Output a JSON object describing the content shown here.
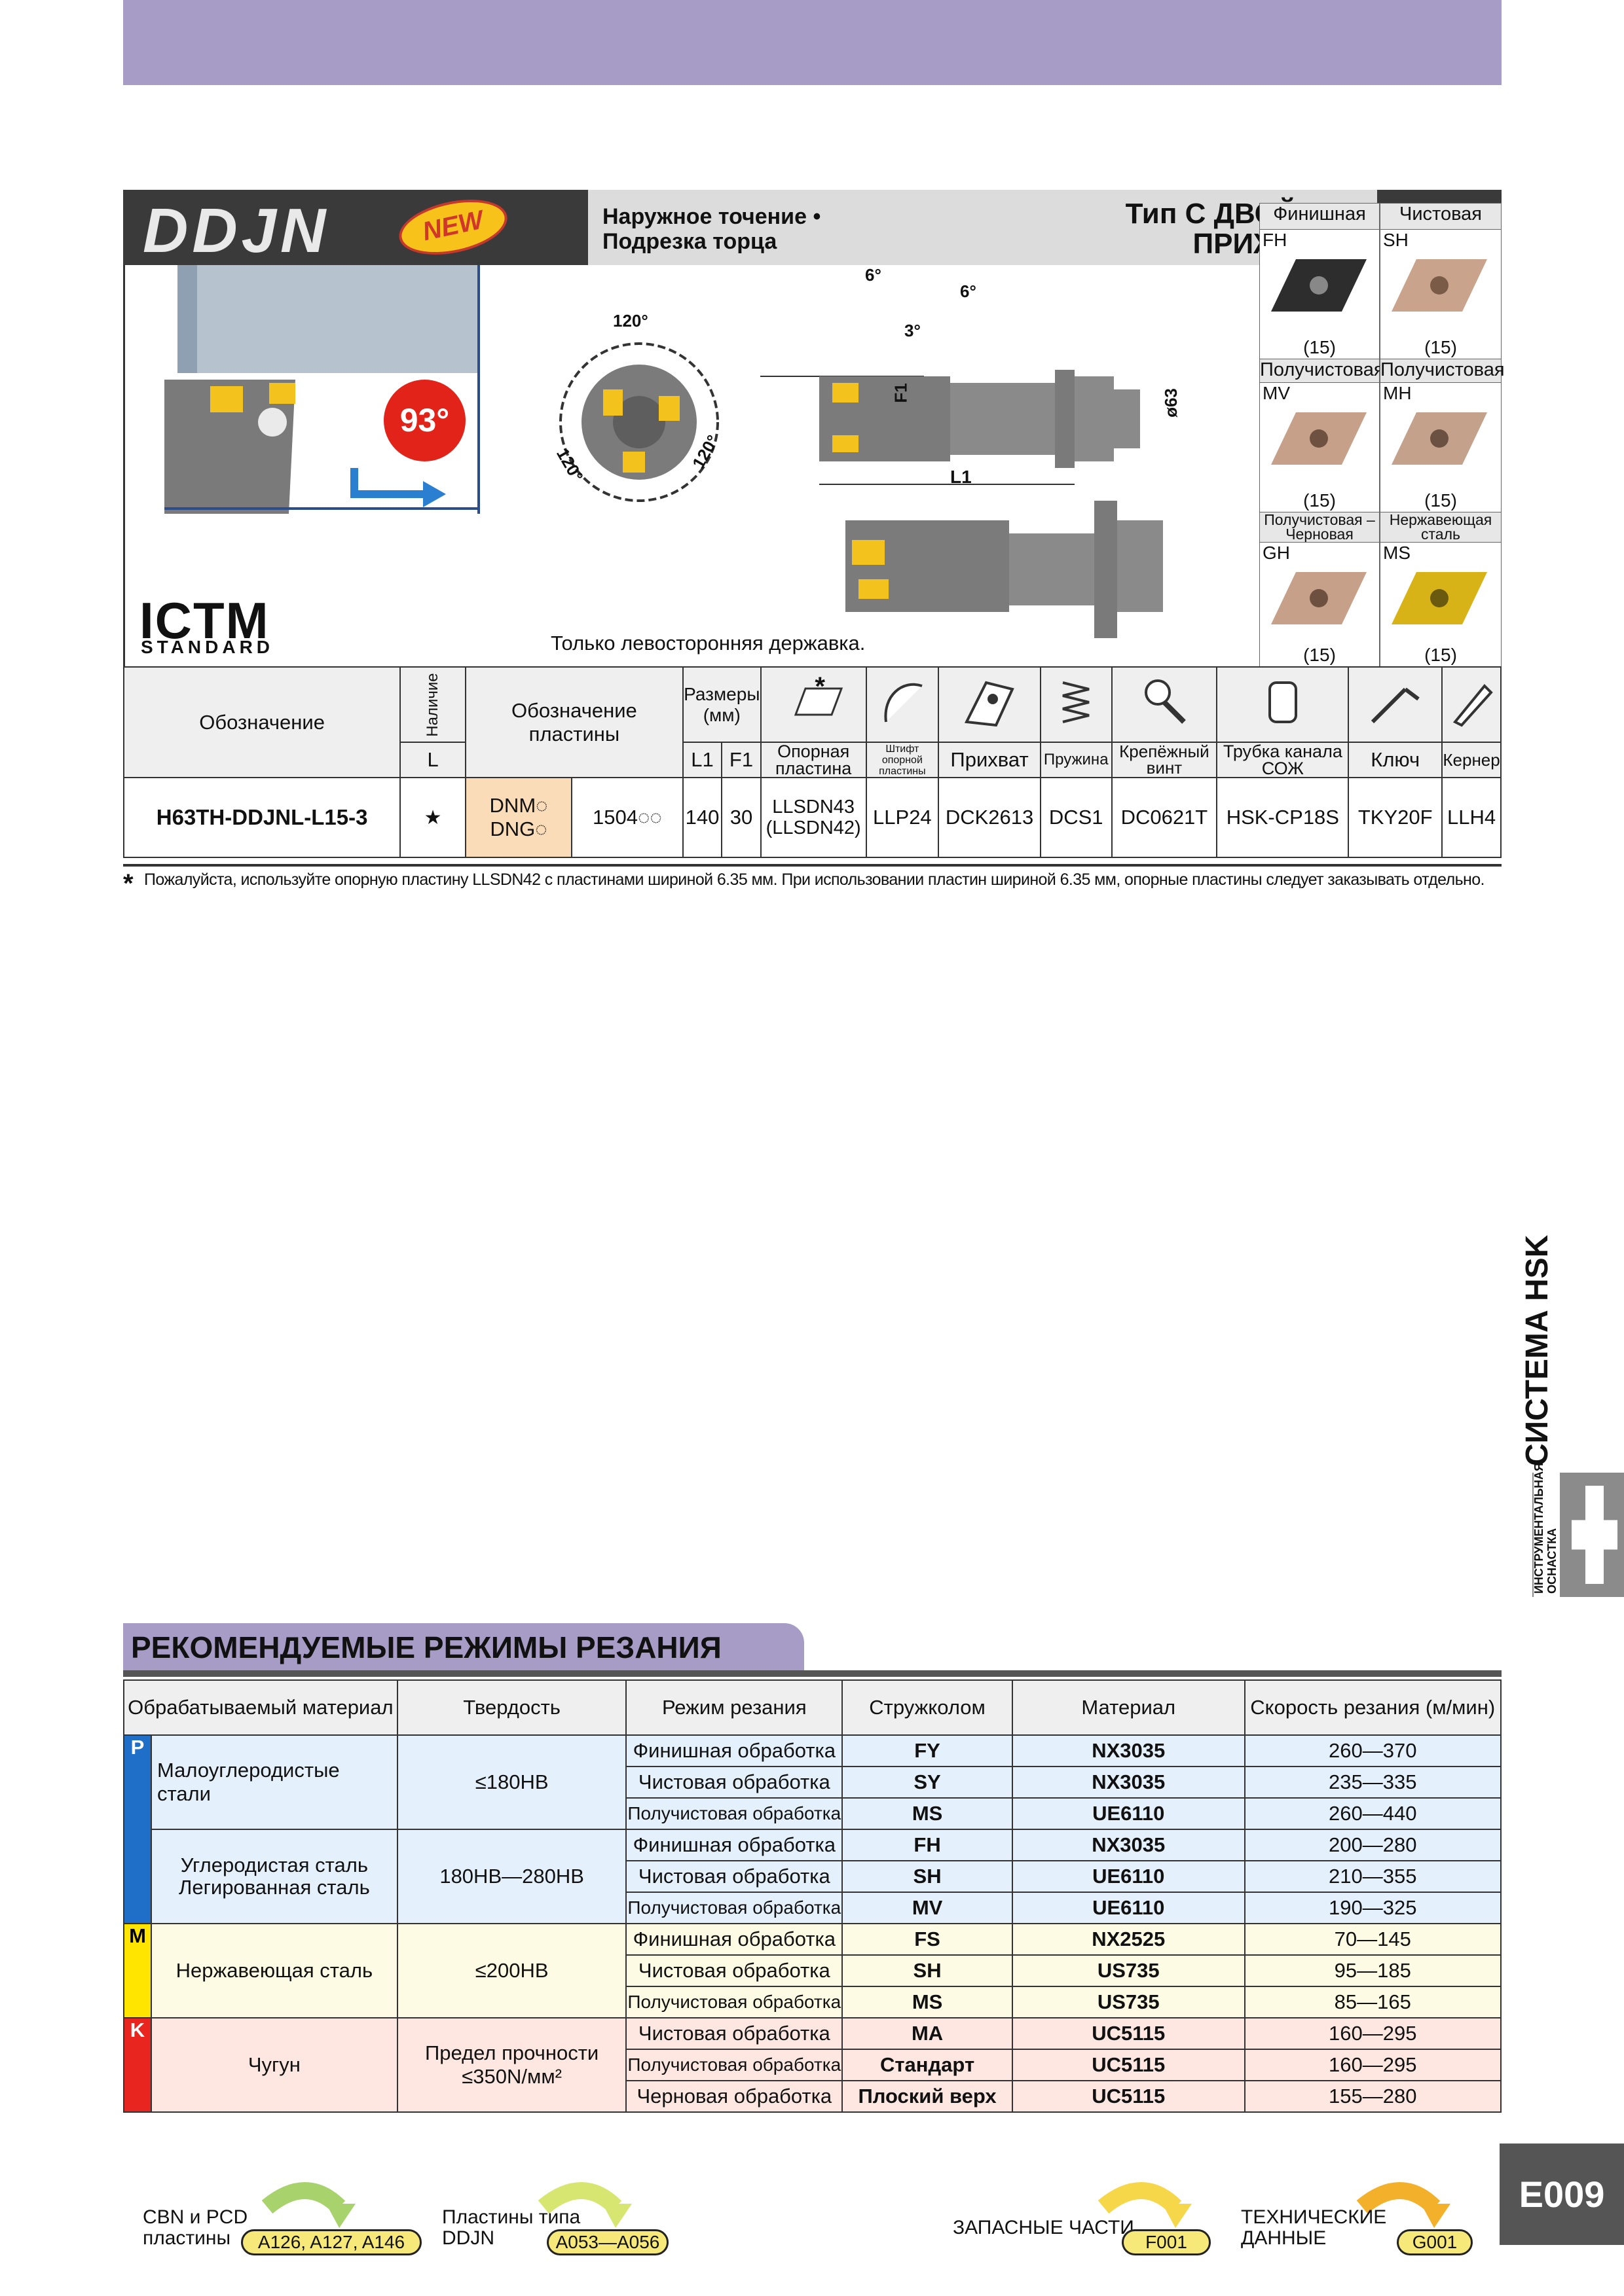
{
  "header": {
    "series": "DDJN",
    "new_badge": "NEW",
    "subtitle_line1": "Наружное точение •",
    "subtitle_line2": "Подрезка торца",
    "type_line1": "Тип С ДВОЙНЫМ",
    "type_line2": "ПРИЖИМОМ"
  },
  "inserts": [
    {
      "category": "Финишная",
      "code": "FH",
      "qty": "(15)"
    },
    {
      "category": "Чистовая",
      "code": "SH",
      "qty": "(15)"
    },
    {
      "category": "Получистовая",
      "code": "MV",
      "qty": "(15)"
    },
    {
      "category": "Получистовая",
      "code": "MH",
      "qty": "(15)"
    },
    {
      "category": "Получистовая –Черновая",
      "code": "GH",
      "qty": "(15)"
    },
    {
      "category": "Нержавеющая сталь",
      "code": "MS",
      "qty": "(15)"
    }
  ],
  "drawing": {
    "angle": "93°",
    "angle_120_top": "120°",
    "angle_120_left": "120°",
    "angle_120_right": "120°",
    "angle_6a": "6°",
    "angle_6b": "6°",
    "angle_3": "3°",
    "dim_f1": "F1",
    "dim_l1": "L1",
    "dim_d": "ø63",
    "ictm_logo": "ICTM",
    "ictm_sub": "STANDARD",
    "note": "Только левосторонняя державка."
  },
  "spec_table": {
    "headers": {
      "designation": "Обозначение",
      "stock": "Наличие",
      "stock_l": "L",
      "insert_designation": "Обозначение пластины",
      "dims": "Размеры (мм)",
      "l1": "L1",
      "f1": "F1",
      "seat": "Опорная пластина",
      "pin": "Штифт опорной пластины",
      "clamp": "Прихват",
      "spring": "Пружина",
      "screw": "Крепёжный винт",
      "coolant": "Трубка канала СОЖ",
      "key": "Ключ",
      "punch": "Кернер",
      "star": "*"
    },
    "row": {
      "designation": "H63TH-DDJNL-L15-3",
      "stock": "★",
      "insert1": "DNM◌",
      "insert2": "DNG◌",
      "insert_size": "1504◌◌",
      "l1": "140",
      "f1": "30",
      "seat1": "LLSDN43",
      "seat2": "(LLSDN42)",
      "pin": "LLP24",
      "clamp": "DCK2613",
      "spring": "DCS1",
      "screw": "DC0621T",
      "coolant": "HSK-CP18S",
      "key": "TKY20F",
      "punch": "LLH4"
    },
    "footnote_star": "*",
    "footnote": "Пожалуйста, используйте опорную пластину LLSDN42 с пластинами шириной 6.35 мм. При использовании пластин шириной 6.35 мм, опорные пластины следует заказывать отдельно."
  },
  "side": {
    "label": "СИСТЕМА HSK",
    "icon_text": "ИНСТРУМЕНТАЛЬНАЯ ОСНАСТКА"
  },
  "cutting": {
    "title": "РЕКОМЕНДУЕМЫЕ РЕЖИМЫ РЕЗАНИЯ",
    "headers": [
      "Обрабатываемый материал",
      "Твердость",
      "Режим резания",
      "Стружколом",
      "Материал",
      "Скорость резания (м/мин)"
    ],
    "groups": [
      {
        "tag": "P",
        "materials": [
          {
            "name": "Малоуглеродистые стали",
            "hardness": "≤180HB",
            "rows": [
              [
                "Финишная обработка",
                "FY",
                "NX3035",
                "260—370"
              ],
              [
                "Чистовая обработка",
                "SY",
                "NX3035",
                "235—335"
              ],
              [
                "Получистовая обработка",
                "MS",
                "UE6110",
                "260—440"
              ]
            ]
          },
          {
            "name": "Углеродистая сталь Легированная сталь",
            "hardness": "180HB—280HB",
            "rows": [
              [
                "Финишная обработка",
                "FH",
                "NX3035",
                "200—280"
              ],
              [
                "Чистовая обработка",
                "SH",
                "UE6110",
                "210—355"
              ],
              [
                "Получистовая обработка",
                "MV",
                "UE6110",
                "190—325"
              ]
            ]
          }
        ]
      },
      {
        "tag": "M",
        "materials": [
          {
            "name": "Нержавеющая сталь",
            "hardness": "≤200HB",
            "rows": [
              [
                "Финишная обработка",
                "FS",
                "NX2525",
                "70—145"
              ],
              [
                "Чистовая обработка",
                "SH",
                "US735",
                "95—185"
              ],
              [
                "Получистовая обработка",
                "MS",
                "US735",
                "85—165"
              ]
            ]
          }
        ]
      },
      {
        "tag": "K",
        "materials": [
          {
            "name": "Чугун",
            "hardness": "Предел прочности ≤350N/мм²",
            "rows": [
              [
                "Чистовая обработка",
                "MA",
                "UC5115",
                "160—295"
              ],
              [
                "Получистовая обработка",
                "Стандарт",
                "UC5115",
                "160—295"
              ],
              [
                "Черновая обработка",
                "Плоский верх",
                "UC5115",
                "155—280"
              ]
            ]
          }
        ]
      }
    ]
  },
  "footer": {
    "nav": [
      {
        "label1": "CBN и PCD",
        "label2": "пластины",
        "ref": "A126, A127, A146"
      },
      {
        "label1": "Пластины типа",
        "label2": "DDJN",
        "ref": "A053—A056"
      },
      {
        "label1": "ЗАПАСНЫЕ ЧАСТИ",
        "label2": "",
        "ref": "F001"
      },
      {
        "label1": "ТЕХНИЧЕСКИЕ",
        "label2": "ДАННЫЕ",
        "ref": "G001"
      }
    ],
    "page": "E009"
  },
  "colors": {
    "accent": "#a79cc6",
    "p": "#1f6fc8",
    "m": "#ffe500",
    "k": "#e8251f"
  }
}
